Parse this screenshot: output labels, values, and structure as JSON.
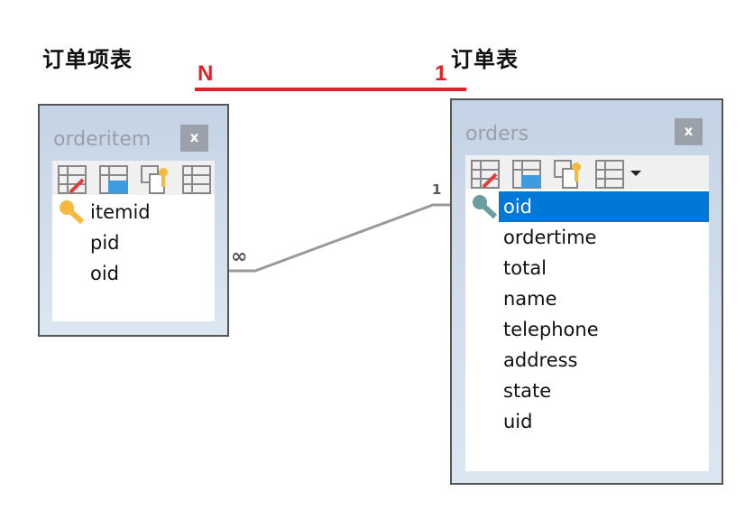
{
  "labels": {
    "left_heading": "订单项表",
    "right_heading": "订单表",
    "left_cardinality": "N",
    "right_cardinality": "1"
  },
  "relation": {
    "many_symbol": "∞",
    "one_symbol": "1"
  },
  "tables": [
    {
      "name": "orderitem",
      "close": "x",
      "fields": [
        {
          "name": "itemid",
          "primary": true
        },
        {
          "name": "pid"
        },
        {
          "name": "oid"
        }
      ]
    },
    {
      "name": "orders",
      "close": "x",
      "fields": [
        {
          "name": "oid",
          "primary": true,
          "selected": true
        },
        {
          "name": "ordertime"
        },
        {
          "name": "total"
        },
        {
          "name": "name"
        },
        {
          "name": "telephone"
        },
        {
          "name": "address"
        },
        {
          "name": "state"
        },
        {
          "name": "uid"
        }
      ]
    }
  ],
  "colors": {
    "accent_red": "#e0202a",
    "selection": "#0078d7"
  }
}
